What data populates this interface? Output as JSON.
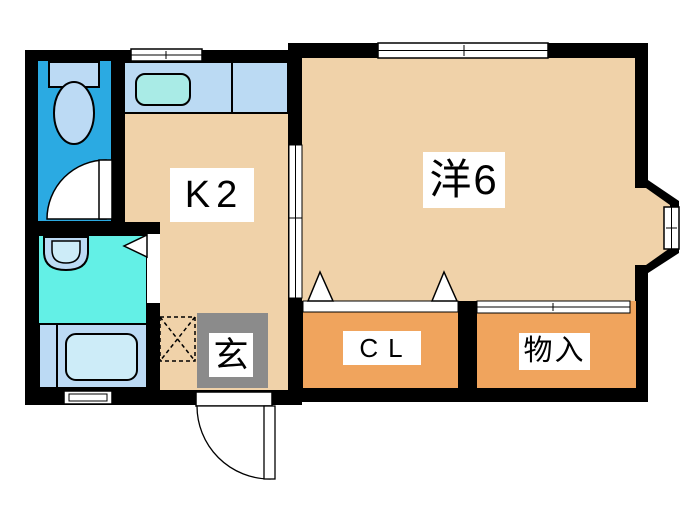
{
  "title": "apartment-floor-plan",
  "rooms": {
    "kitchen": {
      "label": "K2"
    },
    "western_room": {
      "label": "洋6"
    },
    "closet": {
      "label": "CL"
    },
    "storage": {
      "label": "物入"
    },
    "entrance": {
      "label": "玄"
    }
  },
  "colors": {
    "background": "#ffffff",
    "wall": "#000000",
    "room_floor": "#f0d2a9",
    "closet_floor": "#f0a45d",
    "toilet_floor": "#2baae2",
    "washroom_floor": "#63f0e6",
    "entrance_gray": "#8b8b8b",
    "counter_blue": "#bbdaf3",
    "sink_cyan": "#a9ebe6",
    "fixture_light_blue": "#bcdaf4",
    "fixture_pale_cyan": "#cdecf8",
    "opening_white": "#ffffff",
    "label_bg": "#ffffff",
    "label_text": "#000000"
  }
}
